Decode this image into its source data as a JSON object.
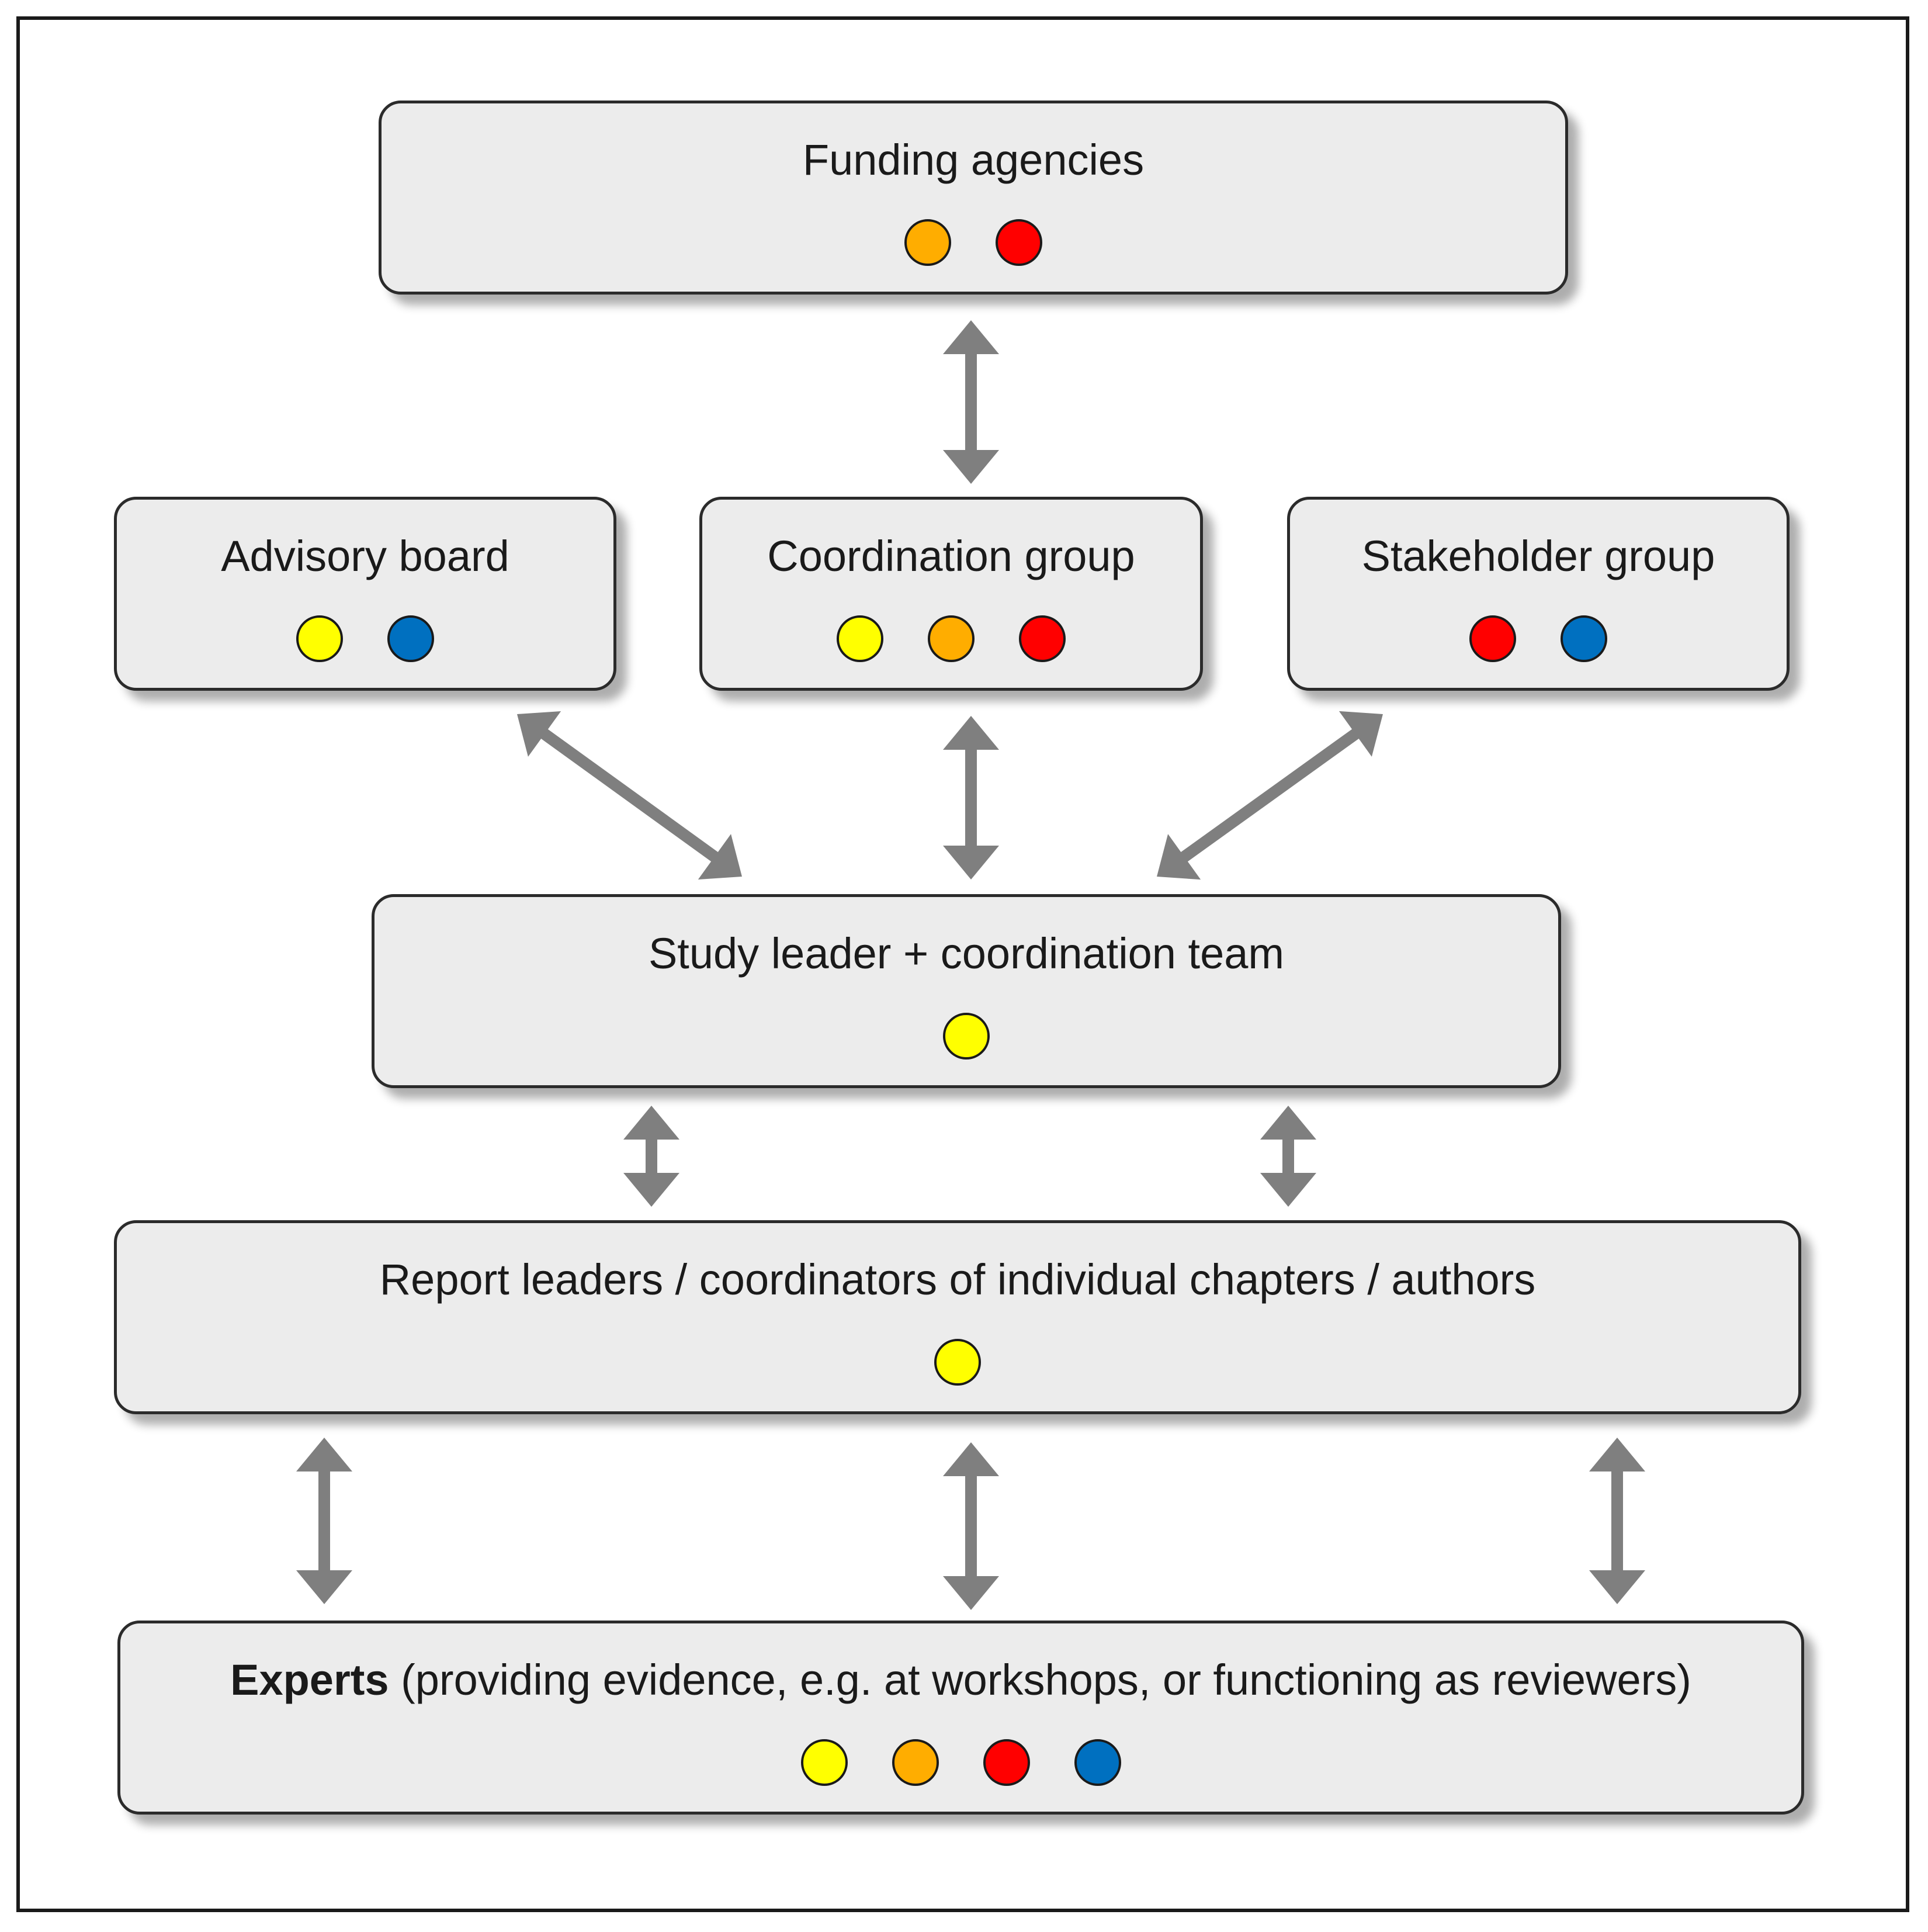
{
  "colors": {
    "yellow": "#ffff00",
    "orange": "#ffad00",
    "red": "#ff0000",
    "blue": "#0070c0",
    "box_fill": "#ececec",
    "arrow": "#7f7f7f"
  },
  "boxes": {
    "funding": {
      "title": "Funding agencies",
      "dots": [
        "orange",
        "red"
      ]
    },
    "advisory": {
      "title": "Advisory board",
      "dots": [
        "yellow",
        "blue"
      ]
    },
    "coordination_group": {
      "title": "Coordination group",
      "dots": [
        "yellow",
        "orange",
        "red"
      ]
    },
    "stakeholder": {
      "title": "Stakeholder group",
      "dots": [
        "red",
        "blue"
      ]
    },
    "study_leader": {
      "title": "Study leader + coordination team",
      "dots": [
        "yellow"
      ]
    },
    "report_leaders": {
      "title": "Report leaders / coordinators of individual chapters / authors",
      "dots": [
        "yellow"
      ]
    },
    "experts": {
      "title_bold": "Experts",
      "title_rest": " (providing evidence, e.g. at workshops, or functioning as reviewers)",
      "dots": [
        "yellow",
        "orange",
        "red",
        "blue"
      ]
    }
  },
  "connections": [
    {
      "from": "funding",
      "to": "coordination_group",
      "type": "bidirectional"
    },
    {
      "from": "advisory",
      "to": "study_leader",
      "type": "bidirectional"
    },
    {
      "from": "coordination_group",
      "to": "study_leader",
      "type": "bidirectional"
    },
    {
      "from": "stakeholder",
      "to": "study_leader",
      "type": "bidirectional"
    },
    {
      "from": "study_leader",
      "to": "report_leaders",
      "type": "bidirectional"
    },
    {
      "from": "study_leader",
      "to": "report_leaders",
      "type": "bidirectional"
    },
    {
      "from": "report_leaders",
      "to": "experts",
      "type": "bidirectional"
    },
    {
      "from": "report_leaders",
      "to": "experts",
      "type": "bidirectional"
    },
    {
      "from": "report_leaders",
      "to": "experts",
      "type": "bidirectional"
    }
  ]
}
